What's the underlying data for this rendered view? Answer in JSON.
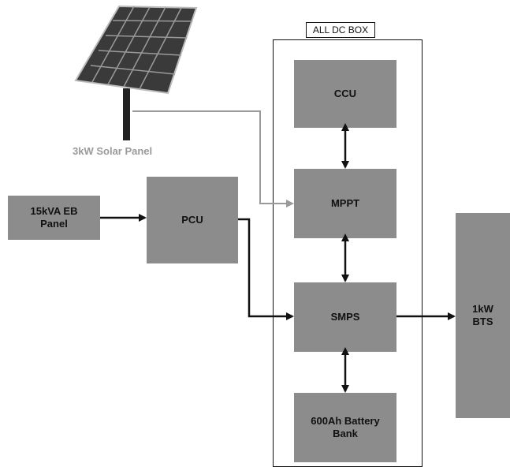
{
  "dc_box_label": "ALL DC BOX",
  "solar_panel_label": "3kW Solar Panel",
  "blocks": {
    "ccu": "CCU",
    "mppt": "MPPT",
    "smps": "SMPS",
    "battery": "600Ah Battery\nBank",
    "pcu": "PCU",
    "eb_panel": "15kVA EB\nPanel",
    "bts": "1kW\nBTS"
  },
  "colors": {
    "block_fill": "#8c8c8c",
    "solar_line": "#9a9a9a",
    "line": "#111111"
  }
}
